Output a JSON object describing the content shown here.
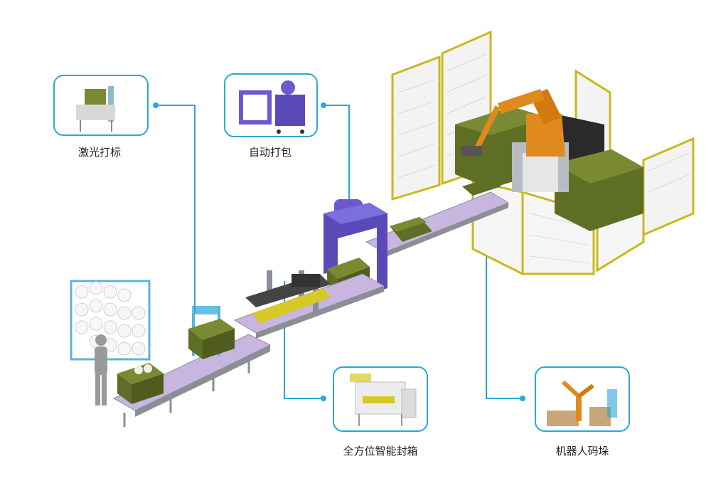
{
  "stations": [
    {
      "id": "laser-marking",
      "label": "激光打标"
    },
    {
      "id": "auto-strapping",
      "label": "自动打包"
    },
    {
      "id": "case-sealing",
      "label": "全方位智能封箱"
    },
    {
      "id": "robot-palletizing",
      "label": "机器人码垛"
    }
  ],
  "colors": {
    "accent": "#2aa7d6",
    "box_olive": "#6b7a2a",
    "fence_yellow": "#d6c826",
    "robot_orange": "#e08a1e",
    "strapper_purple": "#6a5acd",
    "conveyor_lilac": "#c9b6e0",
    "frame_gray": "#8a8f96"
  },
  "icons": [
    "spool-rack",
    "operator-figure",
    "conveyor",
    "carton-box",
    "laser-marker",
    "strapping-machine",
    "case-sealer",
    "palletizing-robot",
    "safety-fence"
  ]
}
